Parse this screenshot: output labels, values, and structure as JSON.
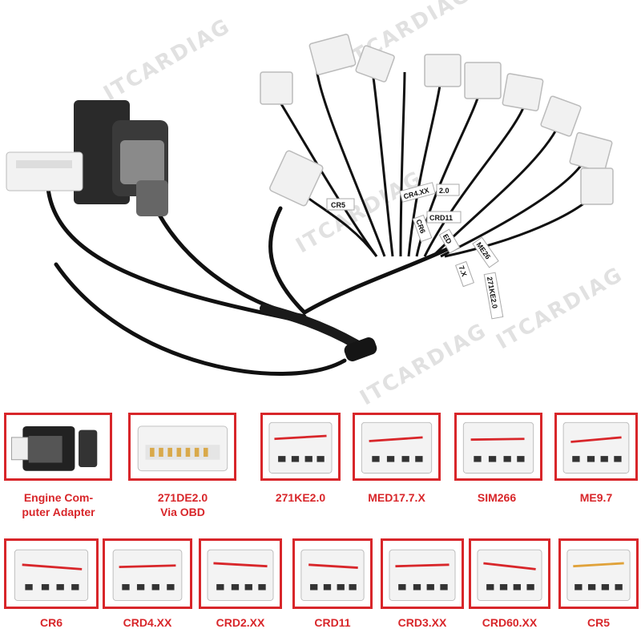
{
  "watermark": "ITCARDIAG",
  "harness_labels": [
    "CR5",
    "CR4.XX",
    "2.0",
    "CR6",
    "CRD11",
    "ED",
    "ME26",
    "7.X",
    "271KE2.0"
  ],
  "adapters_row1": [
    {
      "caption_line1": "Engine Com-",
      "caption_line2": "puter Adapter",
      "icon": "ecu-adapter-icon"
    },
    {
      "caption_line1": "271DE2.0",
      "caption_line2": "Via OBD",
      "icon": "obd-connector-icon"
    },
    {
      "caption_line1": "271KE2.0",
      "caption_line2": "",
      "icon": "connector-icon"
    },
    {
      "caption_line1": "MED17.7.X",
      "caption_line2": "",
      "icon": "connector-icon"
    },
    {
      "caption_line1": "SIM266",
      "caption_line2": "",
      "icon": "connector-icon"
    },
    {
      "caption_line1": "ME9.7",
      "caption_line2": "",
      "icon": "connector-icon"
    }
  ],
  "adapters_row2": [
    {
      "caption": "CR6"
    },
    {
      "caption": "CRD4.XX"
    },
    {
      "caption": "CRD2.XX"
    },
    {
      "caption": "CRD11"
    },
    {
      "caption": "CRD3.XX"
    },
    {
      "caption": "CRD60.XX"
    },
    {
      "caption": "CR5"
    }
  ],
  "colors": {
    "frame": "#d8262a",
    "cable": "#111111",
    "plug": "#eeeeee",
    "ink": "#d8262a"
  }
}
